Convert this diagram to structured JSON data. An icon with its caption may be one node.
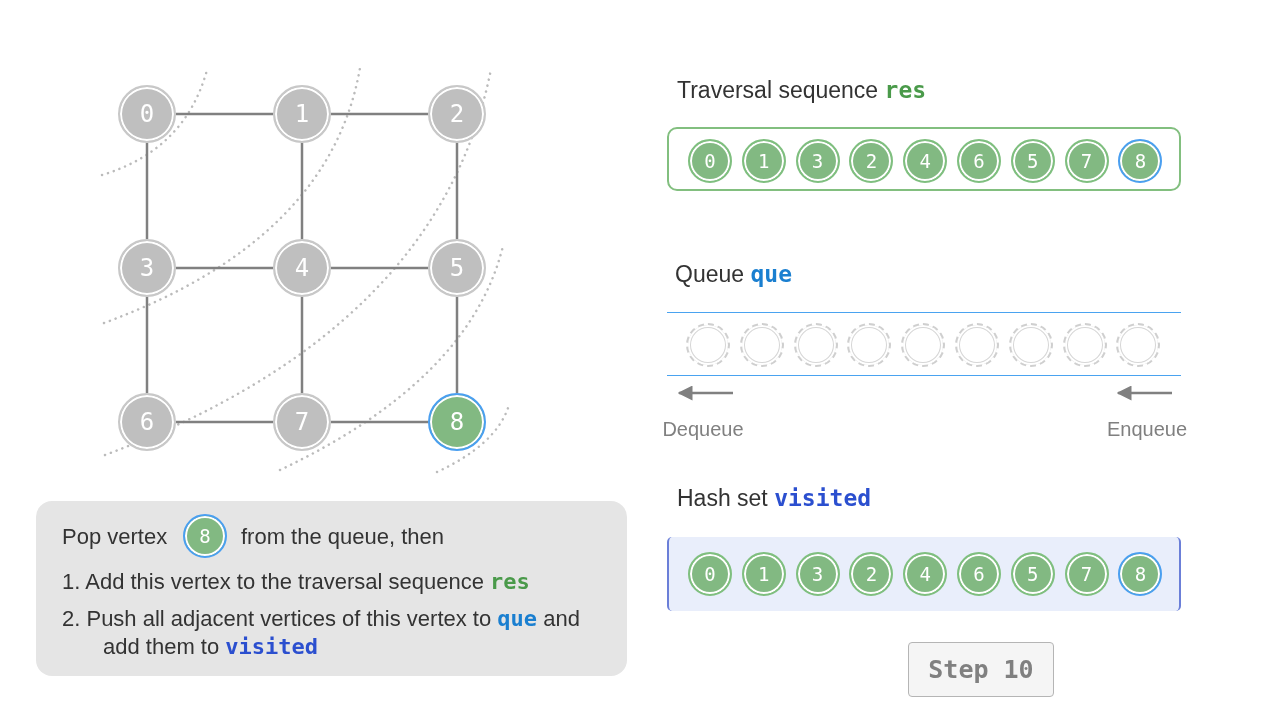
{
  "diagram": {
    "nodes": [
      {
        "text": [
          "0"
        ]
      },
      {
        "text": [
          "1"
        ]
      },
      {
        "text": [
          "2"
        ]
      },
      {
        "text": [
          "3"
        ]
      },
      {
        "text": [
          "4"
        ]
      },
      {
        "text": [
          "5"
        ]
      },
      {
        "text": [
          "6"
        ]
      },
      {
        "text": [
          "7"
        ]
      },
      {
        "text": [
          "8"
        ]
      },
      {
        "text": [
          "Traversal sequence **res**"
        ]
      },
      {
        "text": [
          "0"
        ],
        "in": 9
      },
      {
        "text": [
          "1"
        ],
        "in": 9
      },
      {
        "text": [
          "3"
        ],
        "in": 9
      },
      {
        "text": [
          "2"
        ],
        "in": 9
      },
      {
        "text": [
          "4"
        ],
        "in": 9
      },
      {
        "text": [
          "6"
        ],
        "in": 9
      },
      {
        "text": [
          "5"
        ],
        "in": 9
      },
      {
        "text": [
          "7"
        ],
        "in": 9
      },
      {
        "text": [
          "8"
        ],
        "in": 9
      },
      {
        "text": [
          "Queue **que**"
        ]
      },
      {
        "text": [],
        "shape": "circle",
        "in": 19
      },
      {
        "text": [],
        "shape": "circle",
        "in": 19
      },
      {
        "text": [],
        "shape": "circle",
        "in": 19
      },
      {
        "text": [],
        "shape": "circle",
        "in": 19
      },
      {
        "text": [],
        "shape": "circle",
        "in": 19
      },
      {
        "text": [],
        "shape": "circle",
        "in": 19
      },
      {
        "text": [],
        "shape": "circle",
        "in": 19
      },
      {
        "text": [],
        "shape": "circle",
        "in": 19
      },
      {
        "text": [],
        "shape": "circle",
        "in": 19
      },
      {
        "text": [
          "Hash set **visited**"
        ]
      },
      {
        "text": [
          "0"
        ],
        "in": 29
      },
      {
        "text": [
          "1"
        ],
        "in": 29
      },
      {
        "text": [
          "3"
        ],
        "in": 29
      },
      {
        "text": [
          "2"
        ],
        "in": 29
      },
      {
        "text": [
          "4"
        ],
        "in": 29
      },
      {
        "text": [
          "6"
        ],
        "in": 29
      },
      {
        "text": [
          "5"
        ],
        "in": 29
      },
      {
        "text": [
          "7"
        ],
        "in": 29
      },
      {
        "text": [
          "8"
        ],
        "in": 29
      },
      {
        "text": [
          "Pop vertex",
          "from the queue, then",
          "1. Add this vertex to the traversal sequence **res**",
          "2. Push all adjacent vertices of this vertex to **que** and add them to **visited**"
        ]
      },
      {
        "text": [
          "8"
        ],
        "in": 39
      },
      {
        "text": [
          "Step 10"
        ]
      }
    ],
    "edges": [
      {
        "from": 0,
        "to": 1,
        "arrow": "none"
      },
      {
        "from": 1,
        "to": 2,
        "arrow": "none"
      },
      {
        "from": 0,
        "to": 3,
        "arrow": "none"
      },
      {
        "from": 1,
        "to": 4,
        "arrow": "none"
      },
      {
        "from": 2,
        "to": 5,
        "arrow": "none"
      },
      {
        "from": 3,
        "to": 4,
        "arrow": "none"
      },
      {
        "from": 4,
        "to": 5,
        "arrow": "none"
      },
      {
        "from": 3,
        "to": 6,
        "arrow": "none"
      },
      {
        "from": 4,
        "to": 7,
        "arrow": "none"
      },
      {
        "from": 5,
        "to": 8,
        "arrow": "none"
      },
      {
        "from": 6,
        "to": 7,
        "arrow": "none"
      },
      {
        "from": 7,
        "to": 8,
        "arrow": "none"
      }
    ],
    "labels": [
      "Dequeue",
      "Enqueue"
    ]
  }
}
